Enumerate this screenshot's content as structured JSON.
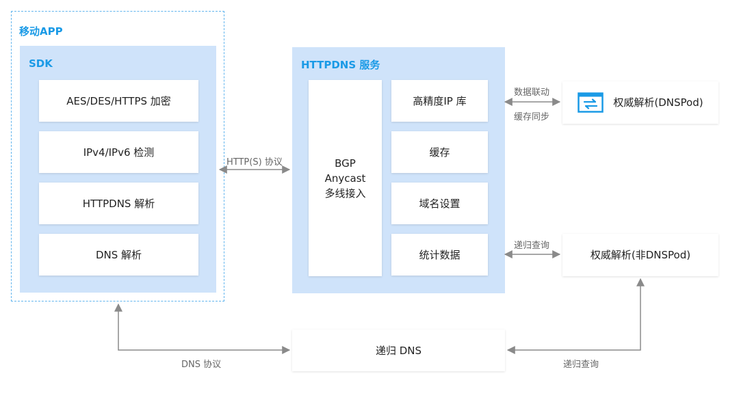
{
  "app": {
    "title": "移动APP"
  },
  "sdk": {
    "title": "SDK",
    "items": [
      "AES/DES/HTTPS 加密",
      "IPv4/IPv6 检测",
      "HTTPDNS 解析",
      "DNS 解析"
    ]
  },
  "service": {
    "title": "HTTPDNS 服务",
    "bgp": {
      "line1": "BGP",
      "line2": "Anycast",
      "line3": "多线接入"
    },
    "items": [
      "高精度IP 库",
      "缓存",
      "域名设置",
      "统计数据"
    ]
  },
  "external": {
    "dnspod": "权威解析(DNSPod)",
    "non_dnspod": "权威解析(非DNSPod)",
    "recursive": "递归 DNS"
  },
  "edges": {
    "http_protocol": "HTTP(S) 协议",
    "data_link": "数据联动",
    "cache_sync": "缓存同步",
    "recursive_query_top": "递归查询",
    "dns_protocol": "DNS 协议",
    "recursive_query_bottom": "递归查询"
  },
  "colors": {
    "accent": "#1a9ae6",
    "panel": "#cfe3fa",
    "dashed_border": "#60b4ee",
    "arrow": "#8a8a8a"
  },
  "icons": {
    "dnspod_logo": "transfer-arrows-icon"
  }
}
